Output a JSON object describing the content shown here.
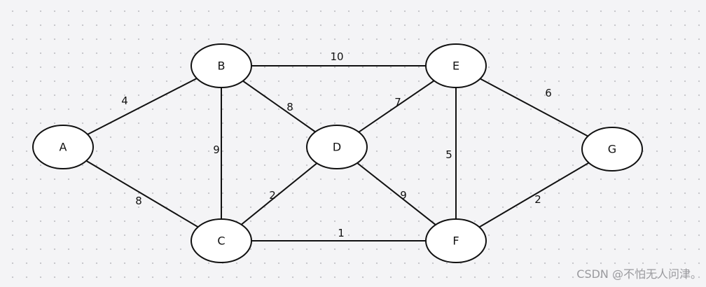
{
  "graph": {
    "nodes": [
      {
        "id": "A",
        "label": "A"
      },
      {
        "id": "B",
        "label": "B"
      },
      {
        "id": "C",
        "label": "C"
      },
      {
        "id": "D",
        "label": "D"
      },
      {
        "id": "E",
        "label": "E"
      },
      {
        "id": "F",
        "label": "F"
      },
      {
        "id": "G",
        "label": "G"
      }
    ],
    "edges": [
      {
        "from": "A",
        "to": "B",
        "weight": "4"
      },
      {
        "from": "A",
        "to": "C",
        "weight": "8"
      },
      {
        "from": "B",
        "to": "C",
        "weight": "9"
      },
      {
        "from": "B",
        "to": "D",
        "weight": "8"
      },
      {
        "from": "B",
        "to": "E",
        "weight": "10"
      },
      {
        "from": "C",
        "to": "D",
        "weight": "2"
      },
      {
        "from": "C",
        "to": "F",
        "weight": "1"
      },
      {
        "from": "D",
        "to": "E",
        "weight": "7"
      },
      {
        "from": "D",
        "to": "F",
        "weight": "9"
      },
      {
        "from": "E",
        "to": "F",
        "weight": "5"
      },
      {
        "from": "E",
        "to": "G",
        "weight": "6"
      },
      {
        "from": "F",
        "to": "G",
        "weight": "2"
      }
    ]
  },
  "watermark": {
    "text": "CSDN @不怕无人问津。"
  }
}
